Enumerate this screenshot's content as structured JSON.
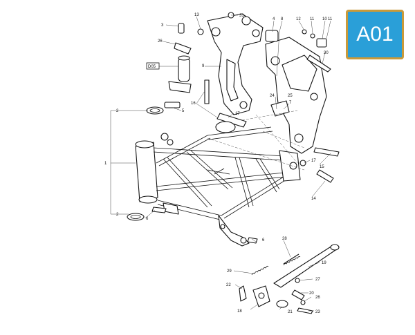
{
  "badge": {
    "text": "A01",
    "bg": "#2a9fd8",
    "border": "#c99a3a"
  },
  "code_label": "D05",
  "callouts": [
    "1",
    "2",
    "2",
    "3",
    "4",
    "5",
    "6",
    "6",
    "7",
    "8",
    "9",
    "10",
    "11",
    "11",
    "12",
    "13",
    "14",
    "15",
    "16",
    "17",
    "17",
    "18",
    "19",
    "20",
    "21",
    "22",
    "23",
    "24",
    "25",
    "26",
    "26",
    "27",
    "28",
    "29",
    "30",
    "31"
  ]
}
